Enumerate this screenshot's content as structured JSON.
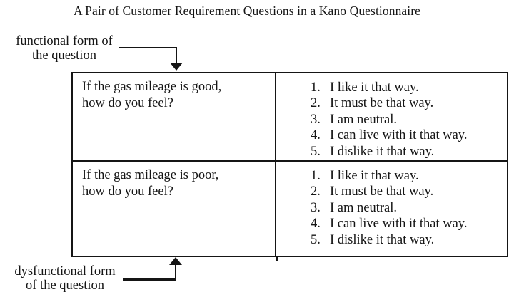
{
  "colors": {
    "ink": "#151515",
    "background": "#ffffff"
  },
  "title": "A Pair of Customer Requirement Questions in a Kano Questionnaire",
  "annotations": {
    "functional": {
      "line1": "functional form of",
      "line2": "the question"
    },
    "dysfunctional": {
      "line1": "dysfunctional form",
      "line2": "of the question"
    }
  },
  "table": {
    "rows": [
      {
        "question_line1": "If the gas mileage is good,",
        "question_line2": "how do you feel?",
        "options": [
          {
            "num": "1.",
            "text": "I like it that way."
          },
          {
            "num": "2.",
            "text": "It must be that way."
          },
          {
            "num": "3.",
            "text": "I am neutral."
          },
          {
            "num": "4.",
            "text": "I can live with it that way."
          },
          {
            "num": "5.",
            "text": "I dislike it that way."
          }
        ]
      },
      {
        "question_line1": "If the gas mileage is poor,",
        "question_line2": "how do you feel?",
        "options": [
          {
            "num": "1.",
            "text": "I like it that way."
          },
          {
            "num": "2.",
            "text": "It must be that way."
          },
          {
            "num": "3.",
            "text": "I am neutral."
          },
          {
            "num": "4.",
            "text": "I can live with it that way."
          },
          {
            "num": "5.",
            "text": "I dislike it that way."
          }
        ]
      }
    ]
  }
}
